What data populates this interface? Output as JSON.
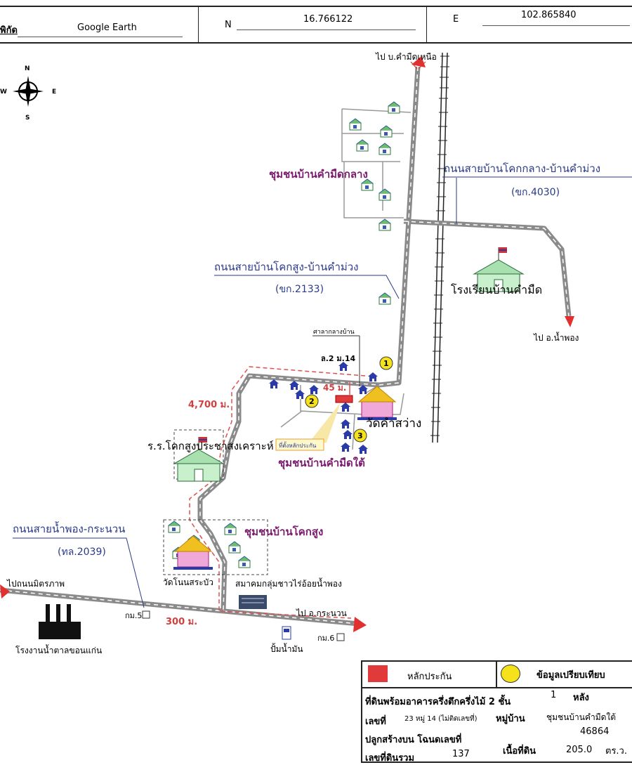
{
  "header": {
    "coord_label": "พิกัด",
    "source": "Google Earth",
    "n_label": "N",
    "n_value": "16.766122",
    "e_label": "E",
    "e_value": "102.865840"
  },
  "compass": {
    "n": "N",
    "s": "S",
    "e": "E",
    "w": "W"
  },
  "labels": {
    "to_north": "ไป บ.คำมืดเหนือ",
    "community_mid": "ชุมชนบ้านคำมืดกลาง",
    "road_4030": "ถนนสายบ้านโคกกลาง-บ้านคำม่วง",
    "road_4030_code": "(ขก.4030)",
    "road_2133": "ถนนสายบ้านโคกสูง-บ้านคำม่วง",
    "road_2133_code": "(ขก.2133)",
    "school_khammuet": "โรงเรียนบ้านคำมืด",
    "to_namphong": "ไป อ.น้ำพอง",
    "village_hall": "ศาลากลางบ้าน",
    "road_point": "ล.2 ม.14",
    "dist_45": "45 ม.",
    "dist_4700": "4,700 ม.",
    "dist_300": "300 ม.",
    "temple_khamsawang": "วัดคำสว่าง",
    "collateral_location": "ที่ตั้งหลักประกัน",
    "community_south": "ชุมชนบ้านคำมืดใต้",
    "school_khoksung": "ร.ร.โคกสูงประชาสงเคราะห์",
    "road_2039": "ถนนสายน้ำพอง-กระนวน",
    "road_2039_code": "(ทล.2039)",
    "community_khoksung": "ชุมชนบ้านโคกสูง",
    "temple_nonsabua": "วัดโนนสระบัว",
    "association": "สมาคมกลุ่มชาวไร่อ้อยน้ำพอง",
    "to_mittraphap": "ไปถนนมิตรภาพ",
    "km5": "กม.5",
    "km6": "กม.6",
    "to_kranuan": "ไป อ.กระนวน",
    "sugar_factory": "โรงงานน้ำตาลขอนแก่น",
    "gas_station": "ปั้มน้ำมัน",
    "cmp1": "1",
    "cmp2": "2",
    "cmp3": "3"
  },
  "legend": {
    "collateral": "หลักประกัน",
    "comparison": "ข้อมูลเปรียบเทียบ",
    "property_desc": "ที่ดินพร้อมอาคารครึ่งตึกครึ่งไม้ 2 ชั้น",
    "count": "1",
    "unit": "หลัง",
    "no_label": "เลขที่",
    "no_value": "23 หมู่ 14 (ไม่ติดเลขที่)",
    "village_label": "หมู่บ้าน",
    "village_value": "ชุมชนบ้านคำมืดใต้",
    "deed_label": "ปลูกสร้างบน โฉนดเลขที่",
    "deed_value": "46864",
    "land_no_label": "เลขที่ดินรวม",
    "land_no_value": "137",
    "area_label": "เนื้อที่ดิน",
    "area_value": "205.0",
    "area_unit": "ตร.ว."
  },
  "colors": {
    "collateral": "#e03a3a",
    "comparison": "#f5e21a",
    "road": "#8a8a8a",
    "community": "#7a1a6e",
    "road_label": "#2a3a8a",
    "distance": "#d04040"
  }
}
